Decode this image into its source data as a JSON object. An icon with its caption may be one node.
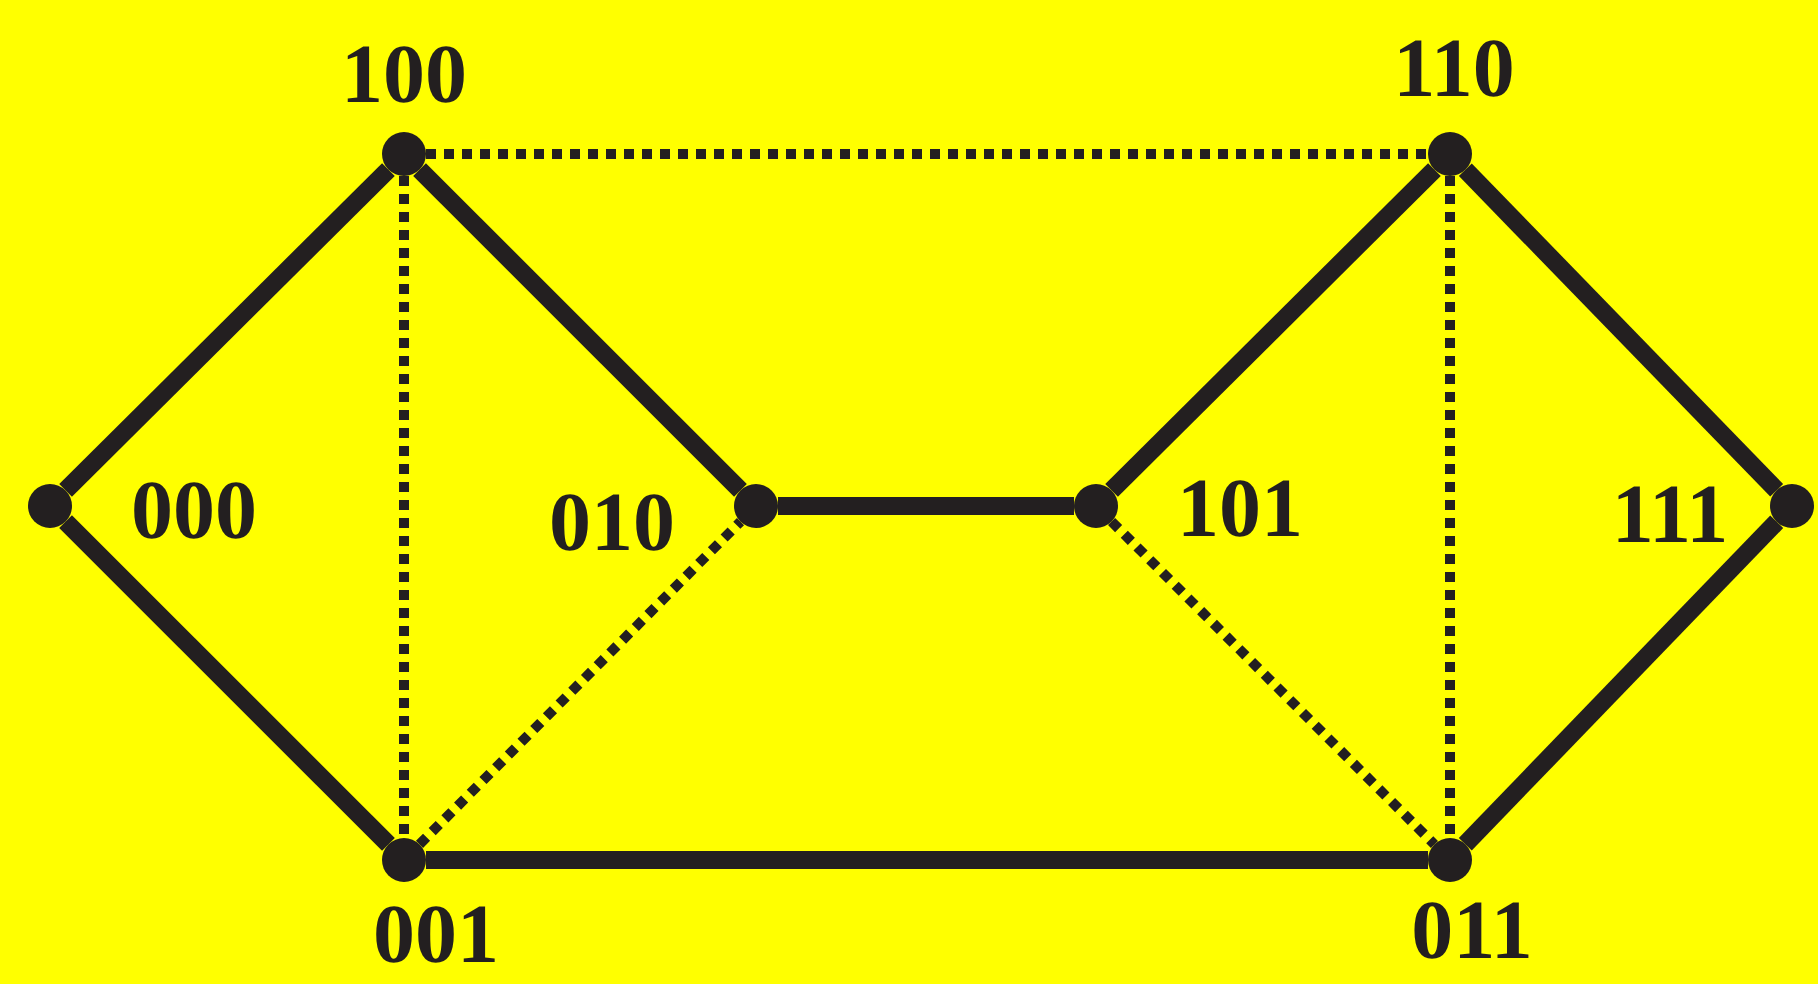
{
  "diagram": {
    "nodes": [
      {
        "text": [],
        "shape": "circle",
        "beside": [
          "100"
        ]
      },
      {
        "text": [],
        "shape": "circle",
        "beside": [
          "110"
        ]
      },
      {
        "text": [],
        "shape": "circle",
        "beside": [
          "000"
        ]
      },
      {
        "text": [],
        "shape": "circle",
        "beside": [
          "010"
        ]
      },
      {
        "text": [],
        "shape": "circle",
        "beside": [
          "101"
        ]
      },
      {
        "text": [],
        "shape": "circle",
        "beside": [
          "111"
        ]
      },
      {
        "text": [],
        "shape": "circle",
        "beside": [
          "001"
        ]
      },
      {
        "text": [],
        "shape": "circle",
        "beside": [
          "011"
        ]
      }
    ],
    "edges": [
      {
        "from": 2,
        "to": 0,
        "arrow": "none"
      },
      {
        "from": 0,
        "to": 3,
        "arrow": "none"
      },
      {
        "from": 3,
        "to": 4,
        "arrow": "none"
      },
      {
        "from": 4,
        "to": 1,
        "arrow": "none"
      },
      {
        "from": 1,
        "to": 5,
        "arrow": "none"
      },
      {
        "from": 2,
        "to": 6,
        "arrow": "none"
      },
      {
        "from": 6,
        "to": 7,
        "arrow": "none"
      },
      {
        "from": 7,
        "to": 5,
        "arrow": "none"
      },
      {
        "from": 0,
        "to": 1,
        "arrow": "none",
        "style": "dashed"
      },
      {
        "from": 0,
        "to": 6,
        "arrow": "none",
        "style": "dashed"
      },
      {
        "from": 6,
        "to": 3,
        "arrow": "none",
        "style": "dashed"
      },
      {
        "from": 1,
        "to": 7,
        "arrow": "none",
        "style": "dashed"
      },
      {
        "from": 4,
        "to": 7,
        "arrow": "none",
        "style": "dashed"
      }
    ]
  }
}
